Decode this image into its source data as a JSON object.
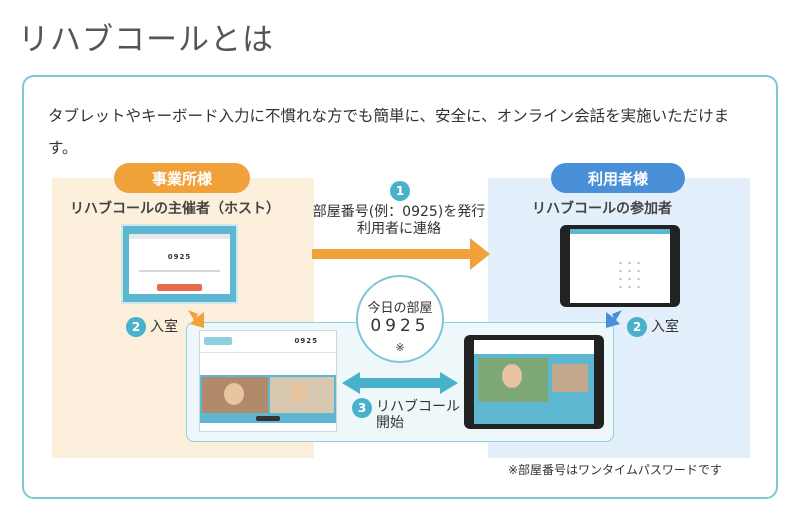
{
  "title": "リハブコールとは",
  "intro": "タブレットやキーボード入力に不慣れな方でも簡単に、安全に、オンライン会話を実施いただけます。",
  "host": {
    "badge": "事業所様",
    "role": "リハブコールの主催者（ホスト）",
    "screen_code": "0925",
    "call_code": "0925"
  },
  "user": {
    "badge": "利用者様",
    "role": "リハブコールの参加者"
  },
  "steps": [
    {
      "num": "1",
      "line1": "部屋番号(例：0925)を発行",
      "line2": "利用者に連絡"
    },
    {
      "num": "2",
      "label": "入室"
    },
    {
      "num": "2",
      "label": "入室"
    },
    {
      "num": "3",
      "line1": "リハブコール",
      "line2": "開始"
    }
  ],
  "room": {
    "label": "今日の部屋",
    "code": "0925",
    "note": "※"
  },
  "footnote": "※部屋番号はワンタイムパスワードです",
  "colors": {
    "host_accent": "#f0a13a",
    "user_accent": "#4a90d9",
    "frame": "#7cc6d9",
    "step": "#4ab1cc"
  }
}
